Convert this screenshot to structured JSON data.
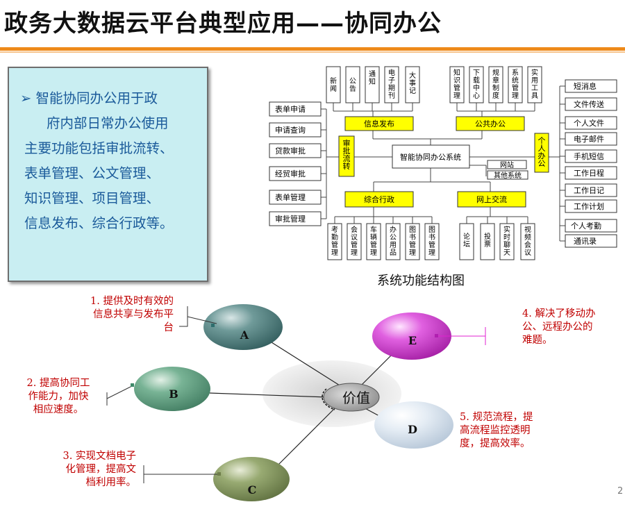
{
  "title": "政务大数据云平台典型应用——协同办公",
  "intro": {
    "lines": [
      "➢ 智能协同办公用于政",
      "府内部日常办公使用",
      "主要功能包括审批流转、",
      "表单管理、公文管理、",
      "知识管理、项目管理、",
      "信息发布、综合行政等。"
    ]
  },
  "diagram": {
    "caption": "系统功能结构图",
    "center": "智能协同办公系统",
    "top_left_boxes": [
      "新闻",
      "公告",
      "通知",
      "电子期刊",
      "大事记"
    ],
    "top_right_boxes": [
      "知识管理",
      "下载中心",
      "规章制度",
      "系统管理",
      "实用工具"
    ],
    "left_boxes": [
      "表单申请",
      "申请查询",
      "贷款审批",
      "经贸审批",
      "表单管理",
      "审批管理"
    ],
    "right_boxes": [
      "短消息",
      "文件传送",
      "个人文件",
      "电子邮件",
      "手机短信",
      "工作日程",
      "工作日记",
      "工作计划",
      "个人考勤",
      "通讯录"
    ],
    "bottom_left_boxes": [
      "考勤管理",
      "会议管理",
      "车辆管理",
      "办公用品",
      "图书管理",
      "图书管理"
    ],
    "bottom_right_boxes": [
      "论坛",
      "投票",
      "实时聊天",
      "视频会议"
    ],
    "yellow": {
      "info": "信息发布",
      "public": "公共办公",
      "approve": "审批流转",
      "personal": "个人办公",
      "admin": "综合行政",
      "online": "网上交流"
    },
    "small": {
      "site": "网站",
      "other": "其他系统"
    }
  },
  "value": {
    "center": "价值",
    "bubbles": [
      "A",
      "B",
      "C",
      "D",
      "E"
    ],
    "notes": {
      "n1": [
        "1. 提供及时有效的",
        "信息共享与发布平",
        "台"
      ],
      "n2": [
        "2. 提高协同工",
        "作能力，加快",
        "相应速度。"
      ],
      "n3": [
        "3. 实现文档电子",
        "化管理，提高文",
        "档利用率。"
      ],
      "n4": [
        "4. 解决了移动办",
        "公、远程办公的",
        "难题。"
      ],
      "n5": [
        "5. 规范流程，提",
        "高流程监控透明",
        "度，提高效率。"
      ]
    }
  },
  "page_number": "2",
  "colors": {
    "accent": "#ee8a1a",
    "note": "#c00000",
    "yellow": "#ffff00"
  }
}
